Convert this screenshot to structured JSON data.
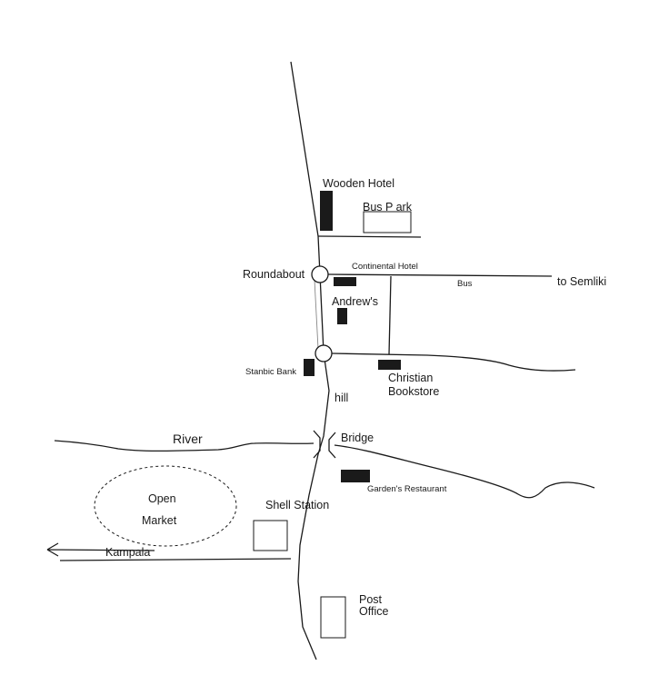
{
  "labels": {
    "wooden_hotel": "Wooden Hotel",
    "bus_park": "Bus P ark",
    "roundabout": "Roundabout",
    "continental_hotel": "Continental Hotel",
    "bus": "Bus",
    "to_semliki": "to Semliki",
    "andrews": "Andrew's",
    "stanbic_bank": "Stanbic Bank",
    "christian_bookstore_1": "Christian",
    "christian_bookstore_2": "Bookstore",
    "hill": "hill",
    "river": "River",
    "bridge": "Bridge",
    "gardens_restaurant": "Garden's Restaurant",
    "open_market_1": "Open",
    "open_market_2": "Market",
    "shell_station": "Shell Station",
    "kampala": "Kampala",
    "post_office_1": "Post",
    "post_office_2": "Office"
  },
  "colors": {
    "ink": "#1a1a1a",
    "background": "#ffffff"
  }
}
